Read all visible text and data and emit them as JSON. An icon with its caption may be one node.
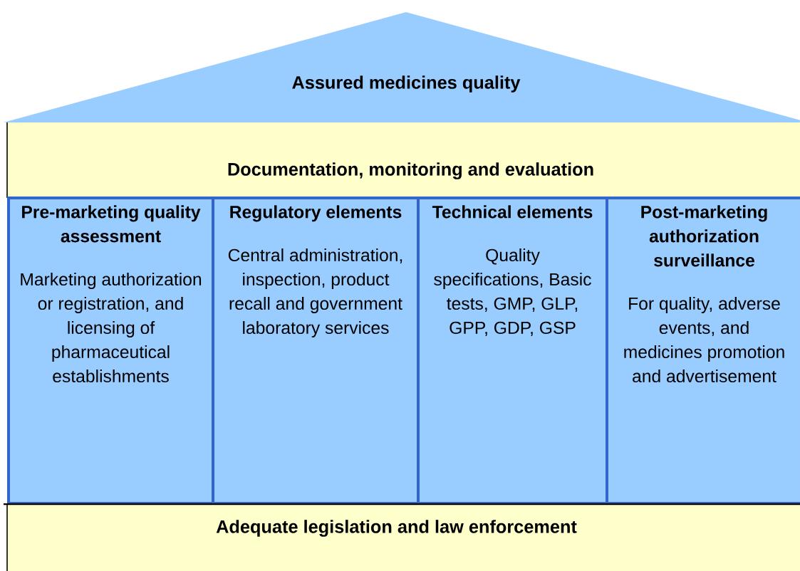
{
  "diagram": {
    "nodes": [
      {
        "text": [
          "Assured medicines quality"
        ]
      },
      {
        "text": [
          "Documentation, monitoring and evaluation"
        ]
      },
      {
        "text": [
          "Pre-marketing quality assessment",
          "Marketing authorization or registration, and licensing of pharmaceutical establishments"
        ]
      },
      {
        "text": [
          "Regulatory elements",
          "Central administration, inspection, product recall and government laboratory services"
        ]
      },
      {
        "text": [
          "Technical elements",
          "Quality specifications, Basic tests, GMP, GLP, GPP, GDP, GSP"
        ]
      },
      {
        "text": [
          "Post-marketing authorization surveillance",
          "For quality, adverse events, and medicines promotion and advertisement"
        ]
      },
      {
        "text": [
          "Adequate legislation and law enforcement"
        ]
      }
    ]
  }
}
